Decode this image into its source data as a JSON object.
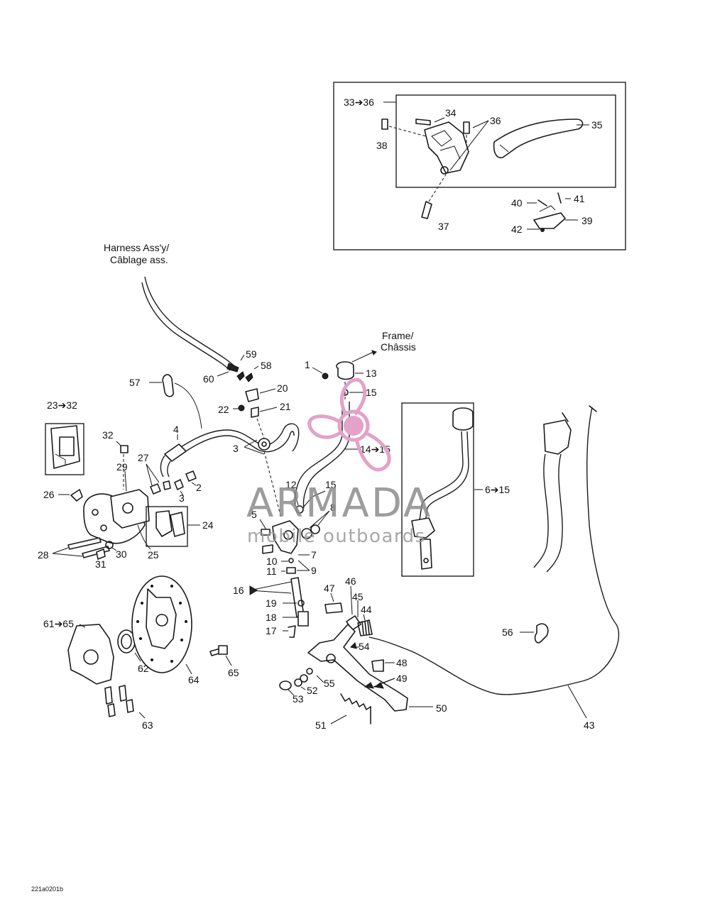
{
  "captions": {
    "harness_line1": "Harness Ass'y/",
    "harness_line2": "Câblage ass.",
    "frame_line1": "Frame/",
    "frame_line2": "Châssis",
    "drawing_code": "221a0201b"
  },
  "watermark": {
    "brand": "ARMADA",
    "tagline": "mobile outboards",
    "color": "#e3a2c8"
  },
  "callouts": {
    "c1": "1",
    "c2": "2",
    "c3a": "3",
    "c3b": "3",
    "c4": "4",
    "c5": "5",
    "c6_15": "6➔15",
    "c7": "7",
    "c8": "8",
    "c9": "9",
    "c10": "10",
    "c11": "11",
    "c12": "12",
    "c13": "13",
    "c14_15": "14➔15",
    "c15a": "15",
    "c15b": "15",
    "c16": "16",
    "c17": "17",
    "c18": "18",
    "c19": "19",
    "c20": "20",
    "c21": "21",
    "c22": "22",
    "c23_32": "23➔32",
    "c24": "24",
    "c25": "25",
    "c26": "26",
    "c27": "27",
    "c28": "28",
    "c29": "29",
    "c30": "30",
    "c31": "31",
    "c32": "32",
    "c33_36": "33➔36",
    "c34": "34",
    "c35": "35",
    "c36": "36",
    "c37": "37",
    "c38": "38",
    "c39": "39",
    "c40": "40",
    "c41": "41",
    "c42": "42",
    "c43": "43",
    "c44": "44",
    "c45": "45",
    "c46": "46",
    "c47": "47",
    "c48": "48",
    "c49": "49",
    "c50": "50",
    "c51": "51",
    "c52": "52",
    "c53": "53",
    "c54": "54",
    "c55": "55",
    "c56": "56",
    "c57": "57",
    "c58": "58",
    "c59": "59",
    "c60": "60",
    "c61_65": "61➔65",
    "c62": "62",
    "c63": "63",
    "c64": "64",
    "c65": "65"
  }
}
